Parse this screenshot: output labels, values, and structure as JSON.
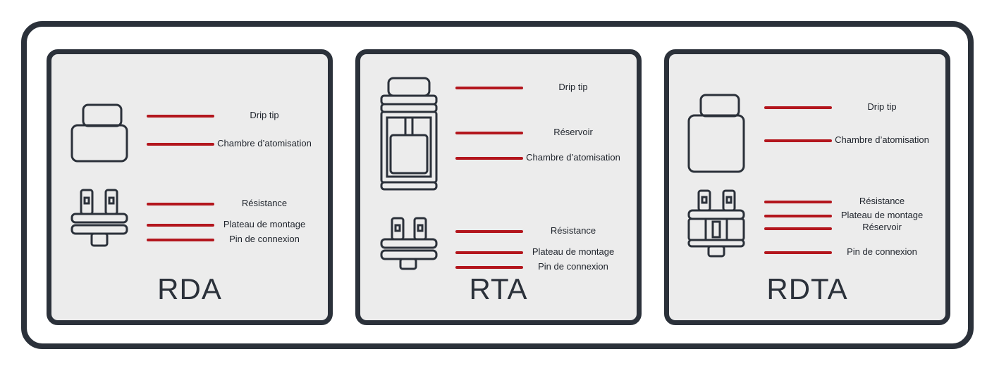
{
  "panels": [
    {
      "title": "RDA",
      "labels": [
        "Drip tip",
        "Chambre d’atomisation",
        "Résistance",
        "Plateau de montage",
        "Pin de connexion"
      ]
    },
    {
      "title": "RTA",
      "labels": [
        "Drip tip",
        "Réservoir",
        "Chambre d’atomisation",
        "Résistance",
        "Plateau de montage",
        "Pin de connexion"
      ]
    },
    {
      "title": "RDTA",
      "labels": [
        "Drip tip",
        "Chambre d’atomisation",
        "Résistance",
        "Plateau de montage",
        "Réservoir",
        "Pin de connexion"
      ]
    }
  ],
  "colors": {
    "outline": "#2b313a",
    "accent": "#b3161d",
    "panel_bg": "#ececec"
  }
}
